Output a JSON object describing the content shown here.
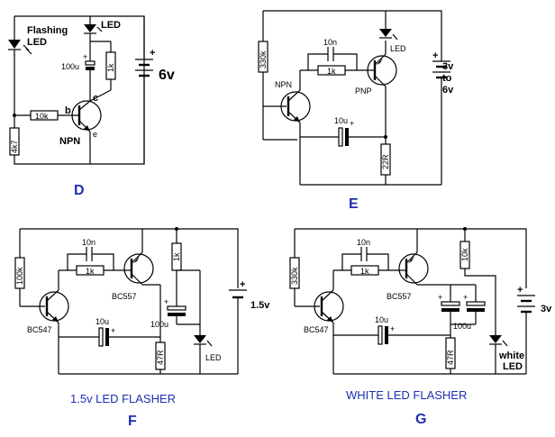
{
  "colors": {
    "wire": "#000000",
    "caption": "#1e2fb0",
    "background": "#ffffff"
  },
  "D": {
    "flashing_led": [
      "Flashing",
      "LED"
    ],
    "led": "LED",
    "cap": "100u",
    "r_collector": "1k",
    "r_base": "10k",
    "r_bottom": "4k7",
    "transistor": "NPN",
    "pin_b": "b",
    "pin_c": "c",
    "pin_e": "e",
    "battery": "6v",
    "plus": "+",
    "caption": "D"
  },
  "E": {
    "r_base": "330k",
    "c_top": "10n",
    "r_top": "1k",
    "npn": "NPN",
    "pnp": "PNP",
    "led": "LED",
    "cap": "10u",
    "r_bottom": "22R",
    "battery": [
      "3v",
      "to",
      "6v"
    ],
    "plus": "+",
    "caption": "E"
  },
  "F": {
    "r_base": "100k",
    "c_top": "10n",
    "r_top": "1k",
    "npn": "BC547",
    "pnp": "BC557",
    "cap": "10u",
    "cap2": "100u",
    "r_right": "1k",
    "r_bottom": "47R",
    "led": "LED",
    "battery": "1.5v",
    "plus": "+",
    "title": "1.5v LED FLASHER",
    "caption": "F"
  },
  "G": {
    "r_base": "330k",
    "c_top": "10n",
    "r_top": "1k",
    "npn": "BC547",
    "pnp": "BC557",
    "cap": "10u",
    "cap2": "100u",
    "r_right": "10k",
    "r_bottom": "47R",
    "led": [
      "white",
      "LED"
    ],
    "battery": "3v",
    "plus": "+",
    "title": "WHITE LED FLASHER",
    "caption": "G"
  }
}
